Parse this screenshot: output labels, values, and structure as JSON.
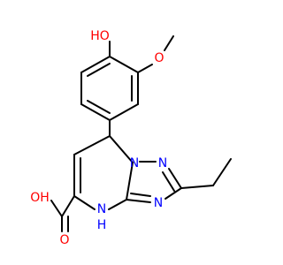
{
  "molecule": {
    "atom_labels": {
      "hydroxyl_top": "HO",
      "methoxy_o": "O",
      "n1": "N",
      "n2": "N",
      "n3": "N",
      "nh": "N",
      "nh_h": "H",
      "acid_o": "O",
      "acid_oh": "OH"
    },
    "colors": {
      "bond": "#000000",
      "oxygen": "#ff0000",
      "nitrogen": "#0000ff",
      "background": "#ffffff"
    }
  }
}
